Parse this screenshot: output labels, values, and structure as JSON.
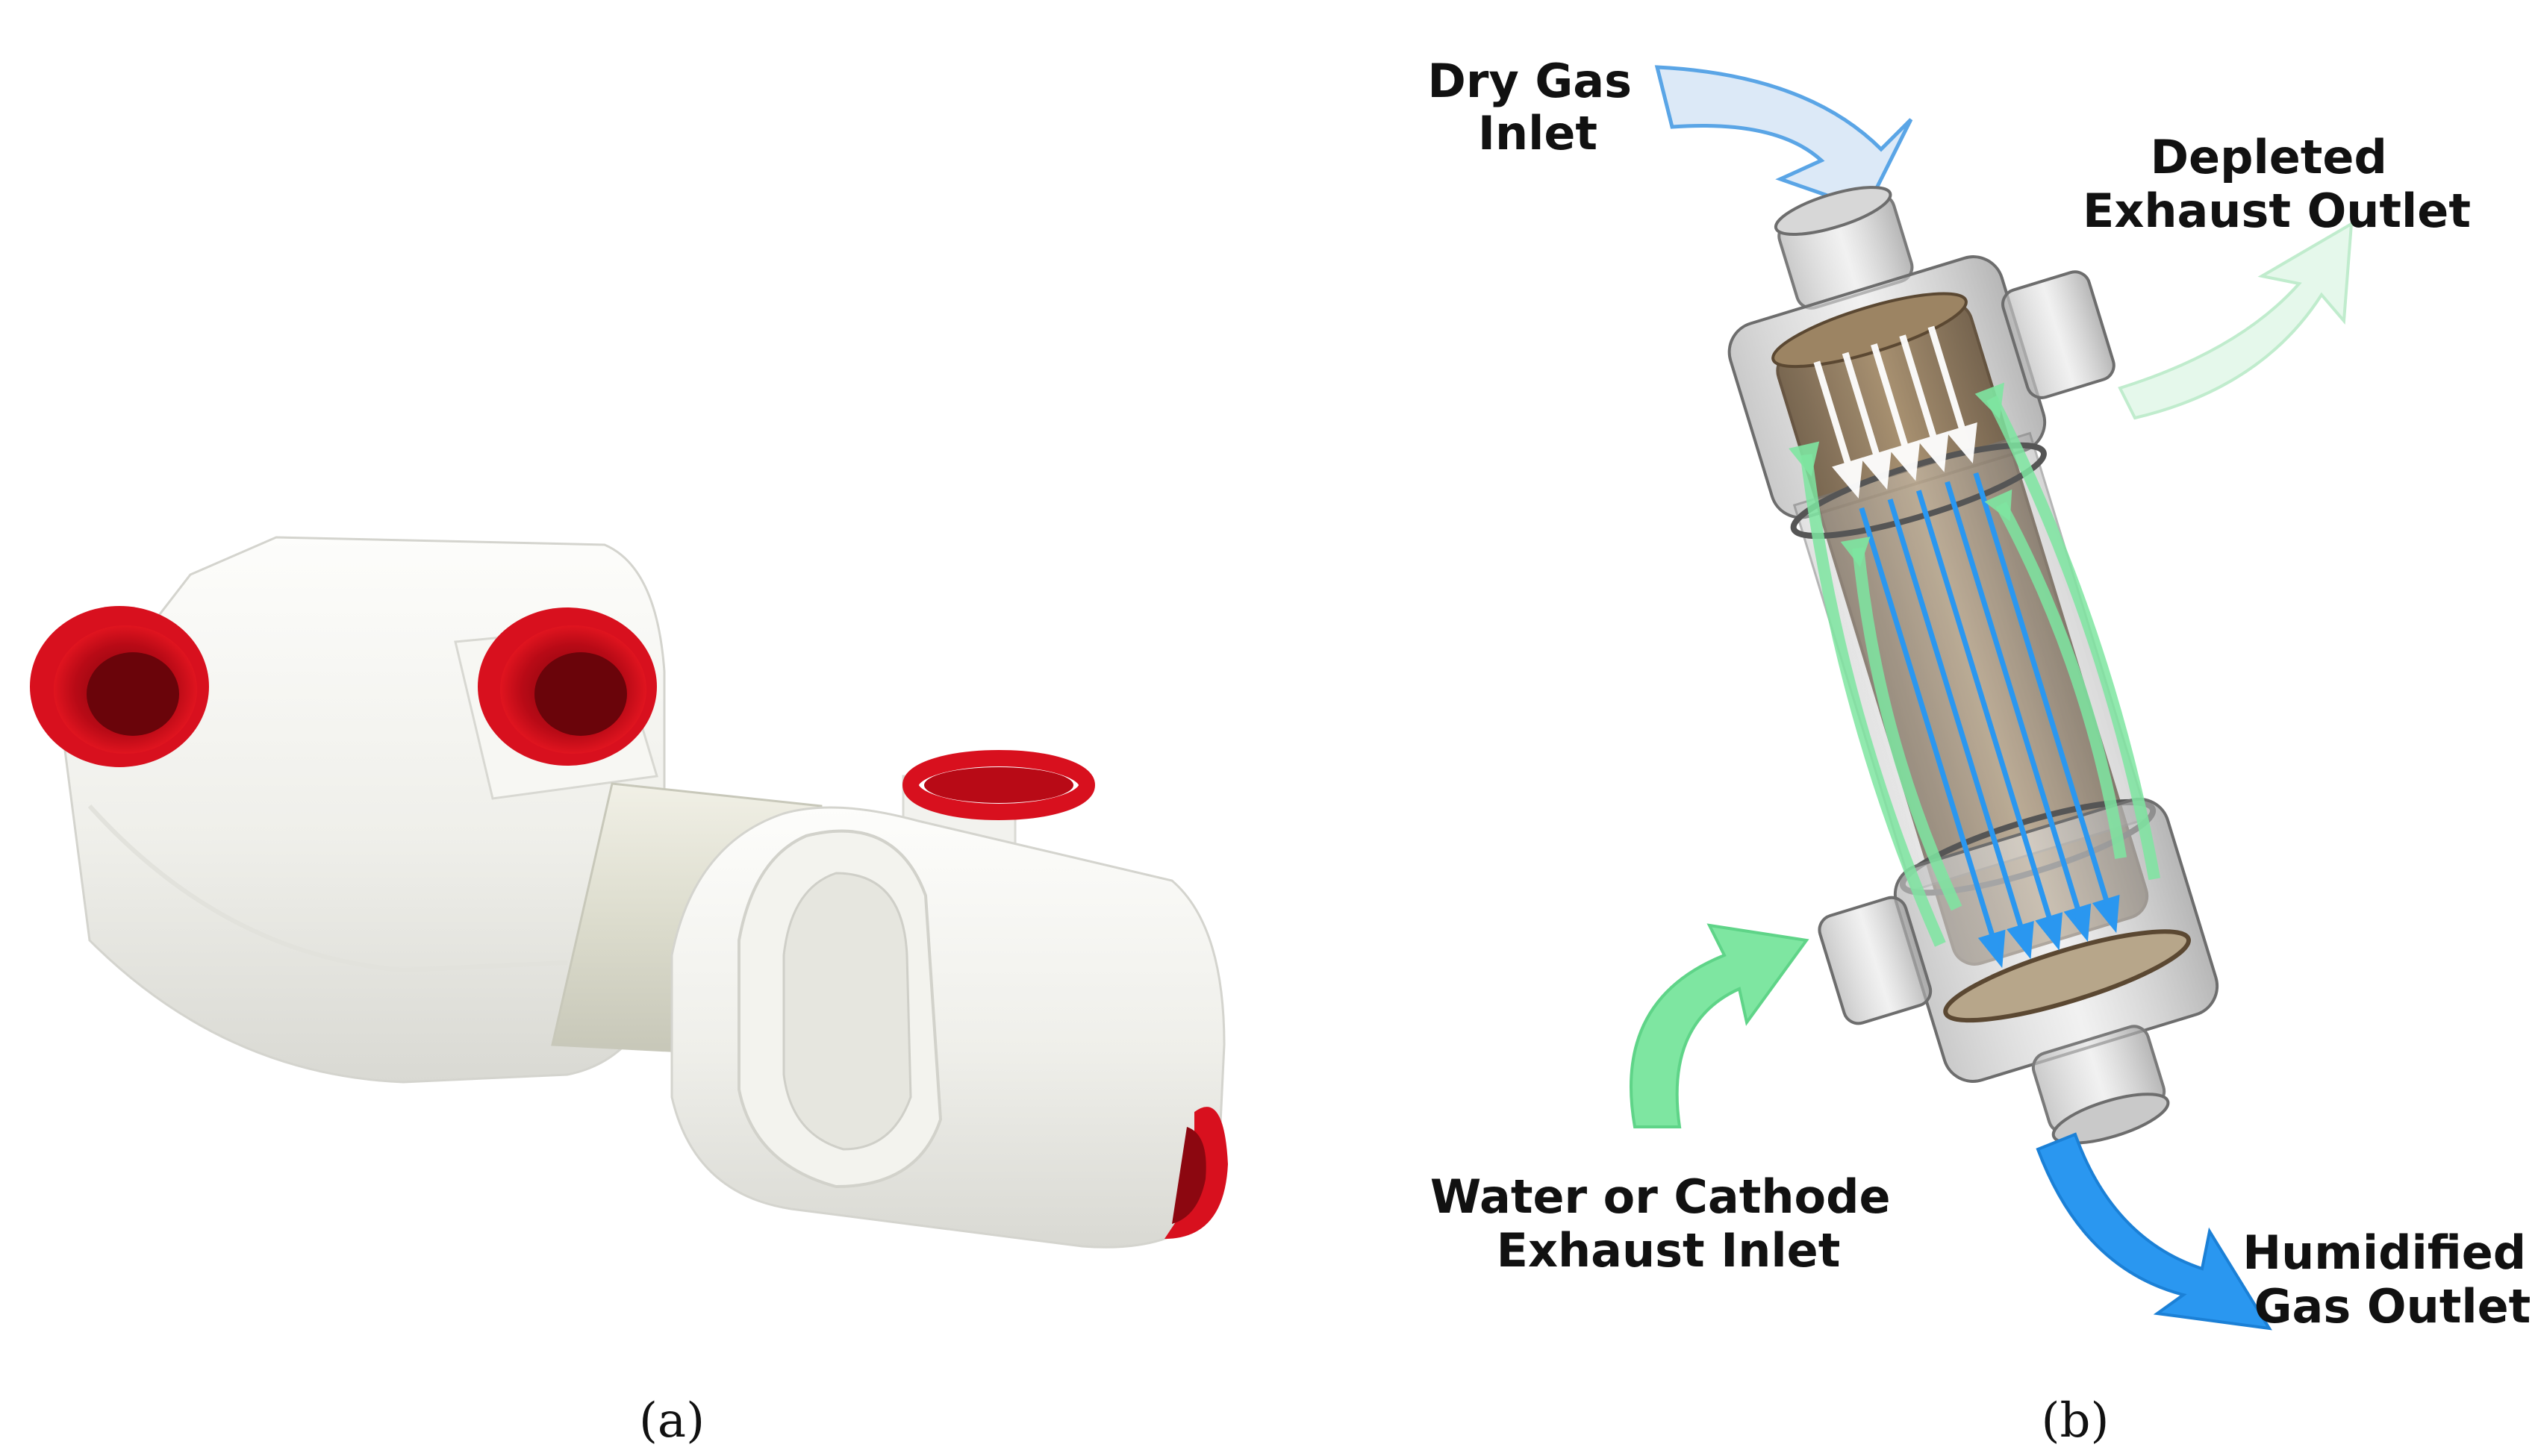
{
  "figure": {
    "panel_a": {
      "label": "(a)"
    },
    "panel_b": {
      "label": "(b)",
      "callouts": {
        "dry_gas_inlet": [
          "Dry Gas",
          "Inlet"
        ],
        "depleted_exhaust_outlet": [
          "Depleted",
          "Exhaust Outlet"
        ],
        "water_inlet": [
          "Water or Cathode",
          "Exhaust Inlet"
        ],
        "humidified_outlet": [
          "Humidified",
          "Gas Outlet"
        ]
      }
    },
    "colors": {
      "port_red": "#d8101e",
      "body_white": "#f1f1ec",
      "dry_flow": "#dce9f7",
      "wet_flow": "#7ee6a1",
      "humid_flow": "#2a97f0",
      "core_brown": "#8a7257"
    }
  }
}
